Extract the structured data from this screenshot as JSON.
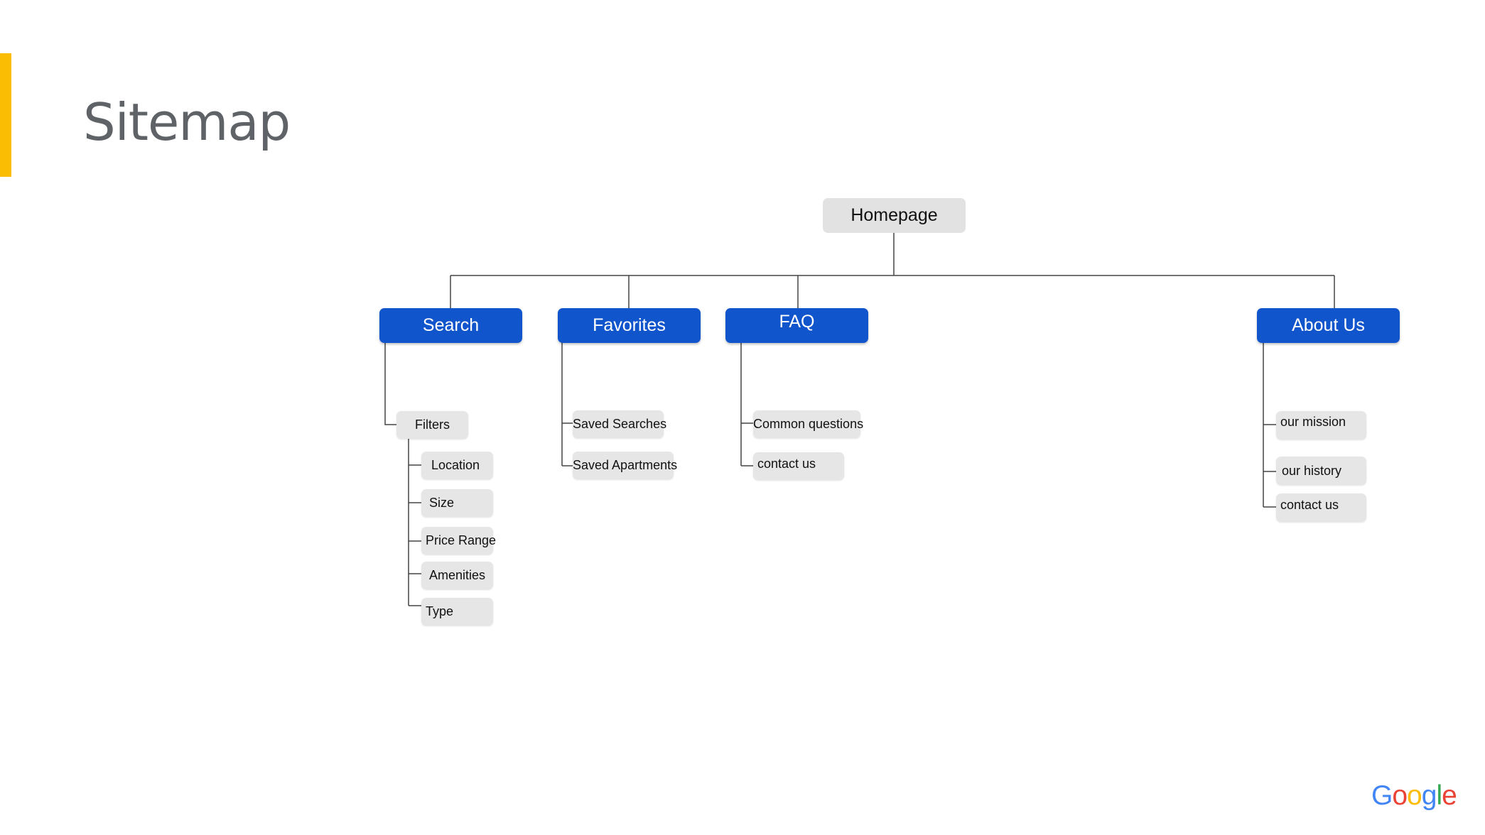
{
  "slide": {
    "title": "Sitemap",
    "accent_color": "#fbbc04"
  },
  "sitemap": {
    "root": "Homepage",
    "categories": {
      "search": "Search",
      "favorites": "Favorites",
      "faq": "FAQ",
      "about": "About Us"
    },
    "search": {
      "filters": "Filters",
      "location": "Location",
      "size": "Size",
      "price_range": "Price Range",
      "amenities": "Amenities",
      "type": "Type"
    },
    "favorites": {
      "saved_searches": "Saved Searches",
      "saved_apartments": "Saved Apartments"
    },
    "faq": {
      "common_questions": "Common questions",
      "contact_us": "contact us"
    },
    "about": {
      "our_mission": "our mission",
      "our_history": "our history",
      "contact_us": "contact us"
    }
  },
  "colors": {
    "category_fill": "#1155cc",
    "node_fill": "#e2e2e2",
    "connector": "#444444"
  },
  "logo": {
    "letters": [
      {
        "char": "G",
        "color": "#4285f4"
      },
      {
        "char": "o",
        "color": "#ea4335"
      },
      {
        "char": "o",
        "color": "#fbbc05"
      },
      {
        "char": "g",
        "color": "#4285f4"
      },
      {
        "char": "l",
        "color": "#34a853"
      },
      {
        "char": "e",
        "color": "#ea4335"
      }
    ]
  }
}
